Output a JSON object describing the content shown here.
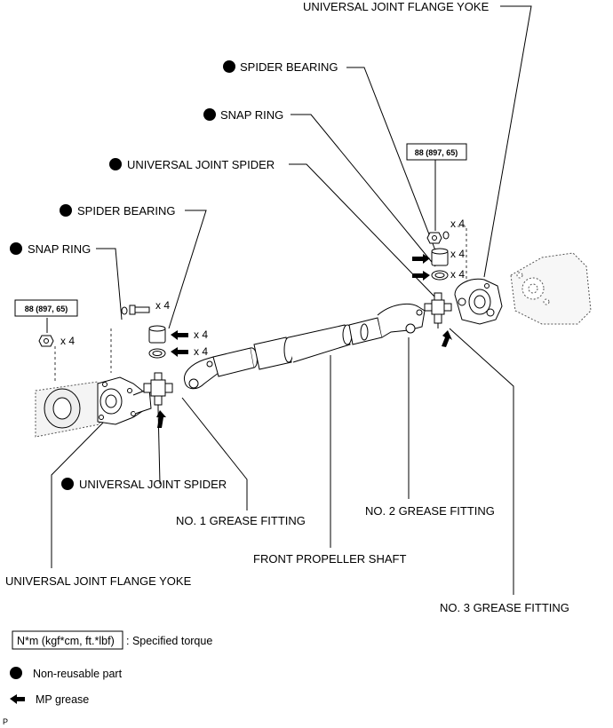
{
  "labels": {
    "universal_joint_flange_yoke_top": "UNIVERSAL JOINT FLANGE YOKE",
    "spider_bearing_right": "SPIDER BEARING",
    "snap_ring_right": "SNAP RING",
    "universal_joint_spider_right": "UNIVERSAL JOINT SPIDER",
    "spider_bearing_left": "SPIDER BEARING",
    "snap_ring_left": "SNAP RING",
    "universal_joint_spider_left": "UNIVERSAL JOINT SPIDER",
    "no1_grease_fitting": "NO. 1 GREASE FITTING",
    "no2_grease_fitting": "NO. 2 GREASE FITTING",
    "front_propeller_shaft": "FRONT PROPELLER SHAFT",
    "universal_joint_flange_yoke_bottom": "UNIVERSAL JOINT FLANGE YOKE",
    "no3_grease_fitting": "NO. 3 GREASE FITTING"
  },
  "torque": {
    "left": "88 (897, 65)",
    "right": "88 (897, 65)"
  },
  "quantities": {
    "left_bolt": "x 4",
    "left_nut": "x 4",
    "left_bearing": "x 4",
    "left_snap": "x 4",
    "right_nut": "x 4",
    "right_bearing": "x 4",
    "right_snap": "x 4"
  },
  "legend": {
    "torque_box": "N*m (kgf*cm, ft.*lbf)",
    "torque_desc": ": Specified torque",
    "nonreusable": "Non-reusable part",
    "grease": "MP grease"
  },
  "footer": "P"
}
